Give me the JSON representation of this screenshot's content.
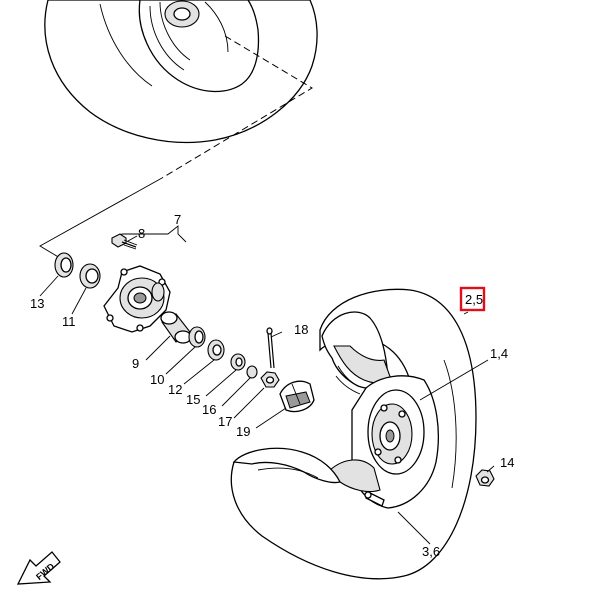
{
  "diagram": {
    "direction_label": "FWD",
    "callouts": {
      "c7": "7",
      "c8": "8",
      "c13": "13",
      "c11": "11",
      "c9": "9",
      "c10": "10",
      "c12": "12",
      "c15": "15",
      "c16": "16",
      "c17": "17",
      "c18": "18",
      "c19": "19",
      "c14": "14",
      "c1_4": "1,4",
      "c2_5": "2,5",
      "c3_6": "3,6"
    },
    "highlight_color": "#e0101a"
  }
}
